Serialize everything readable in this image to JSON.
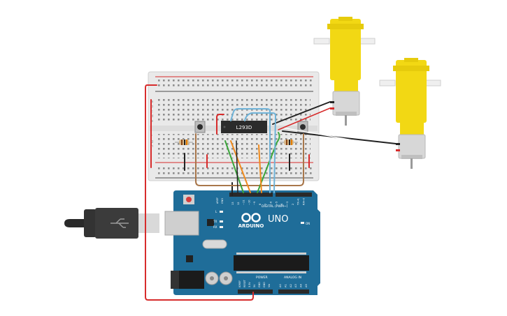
{
  "ic_label": "L293D",
  "arduino": {
    "brand": "ARDUINO",
    "model": "UNO",
    "on_label": "ON",
    "l_label": "L",
    "tx_label": "TX",
    "rx_label": "RX",
    "digital_label": "DIGITAL (PWM~)",
    "power_label": "POWER",
    "analog_label": "ANALOG IN",
    "aref_label": "AREF",
    "gnd_label": "GND",
    "digital_pins": [
      "13",
      "12",
      "~11",
      "~10",
      "~9",
      "8",
      "7",
      "~6",
      "~5",
      "4",
      "~3",
      "2",
      "TX→1",
      "RX←0"
    ],
    "power_pins": [
      "IOREF",
      "RESET",
      "3.3V",
      "5V",
      "GND",
      "GND",
      "Vin"
    ],
    "analog_pins": [
      "A0",
      "A1",
      "A2",
      "A3",
      "A4",
      "A5"
    ]
  },
  "breadboard": {
    "row_letters_top": [
      "a",
      "b",
      "c",
      "d",
      "e"
    ],
    "row_letters_bottom": [
      "f",
      "g",
      "h",
      "i",
      "j"
    ]
  },
  "colors": {
    "board": "#1f6d99",
    "motor": "#f2d814",
    "wire_red": "#d72c2c",
    "wire_black": "#222222",
    "wire_green": "#3aa53a",
    "wire_orange": "#f08a1c",
    "wire_blue": "#6fb3d8",
    "wire_brown": "#a8764a"
  }
}
